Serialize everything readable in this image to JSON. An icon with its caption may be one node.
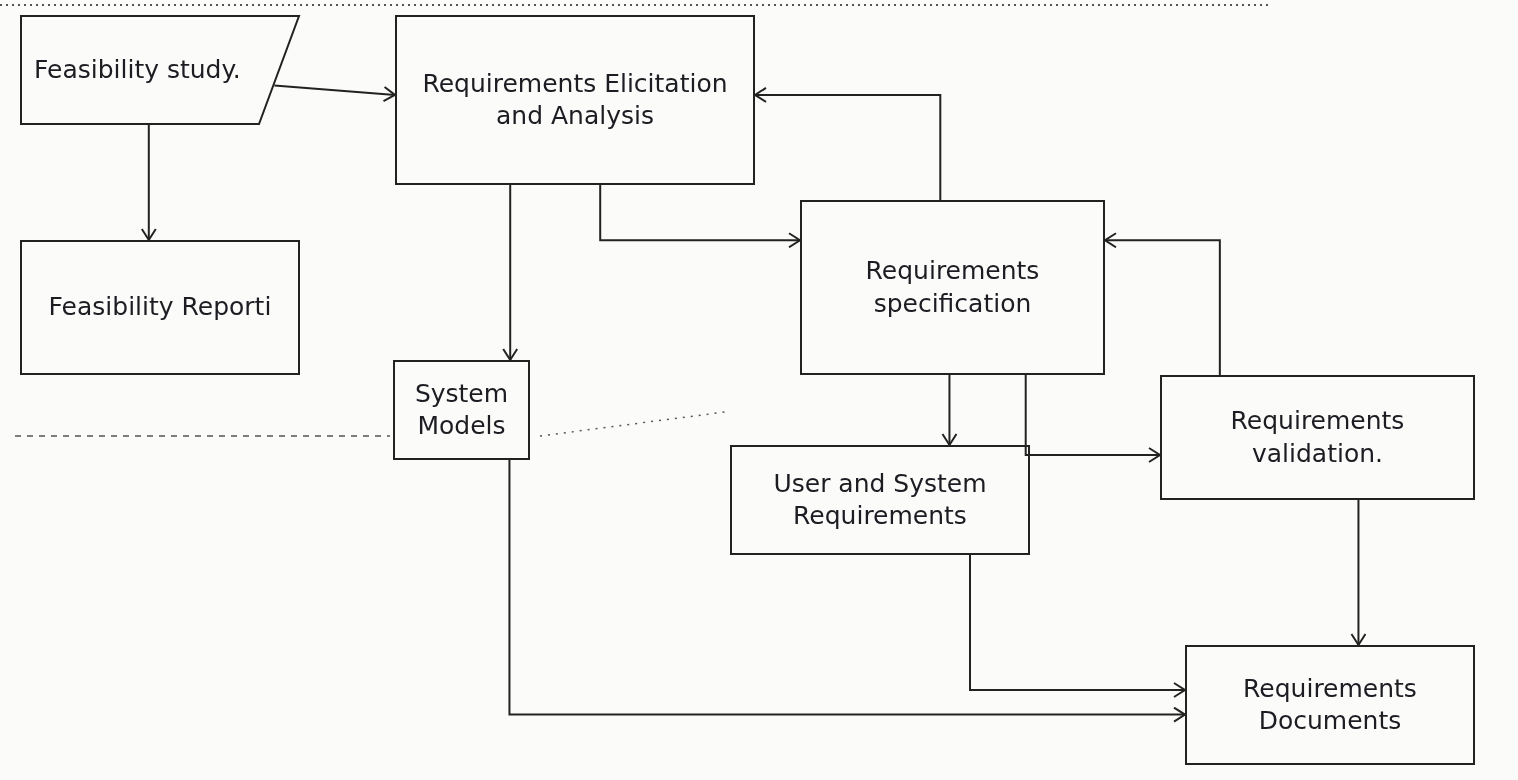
{
  "diagram": {
    "nodes": [
      {
        "text": [
          "Feasibility study."
        ]
      },
      {
        "text": [
          "Requirements Elicitation and Analysis"
        ]
      },
      {
        "text": [
          "Feasibility Reporti"
        ]
      },
      {
        "text": [
          "Requirements specification"
        ]
      },
      {
        "text": [
          "System Models"
        ]
      },
      {
        "text": [
          "Requirements validation."
        ]
      },
      {
        "text": [
          "User and System Requirements"
        ]
      },
      {
        "text": [
          "Requirements Documents"
        ]
      }
    ],
    "edges": [
      {
        "from": 0,
        "to": 1,
        "arrow": "to"
      },
      {
        "from": 0,
        "to": 2,
        "arrow": "to"
      },
      {
        "from": 1,
        "to": 3,
        "arrow": "to"
      },
      {
        "from": 1,
        "to": 4,
        "arrow": "to"
      },
      {
        "from": 3,
        "to": 1,
        "arrow": "to"
      },
      {
        "from": 5,
        "to": 3,
        "arrow": "to"
      },
      {
        "from": 3,
        "to": 5,
        "arrow": "to"
      },
      {
        "from": 3,
        "to": 6,
        "arrow": "to"
      },
      {
        "from": 5,
        "to": 7,
        "arrow": "to"
      },
      {
        "from": 6,
        "to": 7,
        "arrow": "to"
      },
      {
        "from": 4,
        "to": 7,
        "arrow": "to"
      }
    ]
  }
}
